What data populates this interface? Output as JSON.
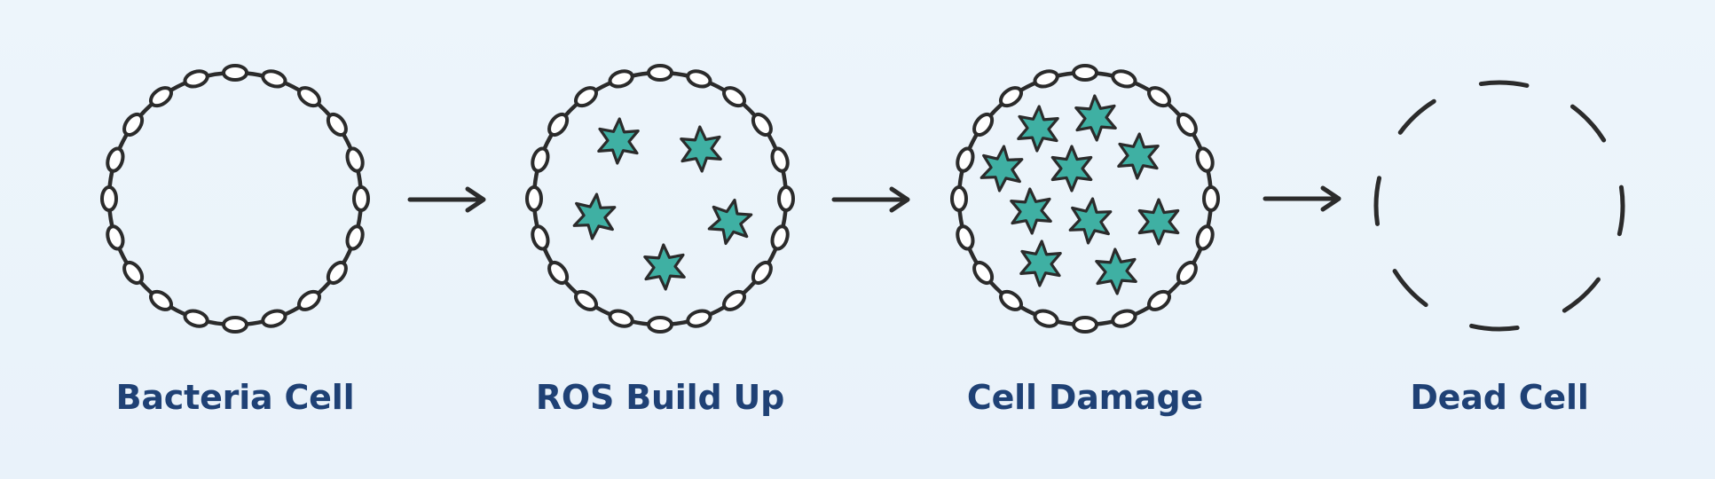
{
  "stages": [
    {
      "label": "Bacteria Cell",
      "state": "intact",
      "ros_count": 0
    },
    {
      "label": "ROS Build Up",
      "state": "ros-accumulating",
      "ros_count": 5
    },
    {
      "label": "Cell Damage",
      "state": "damaged",
      "ros_count": 10
    },
    {
      "label": "Dead Cell",
      "state": "ruptured",
      "ros_count": 0
    }
  ],
  "colors": {
    "background": "#ebf3fa",
    "outline": "#2b2b2b",
    "ros_fill": "#3fb0a3",
    "label": "#1f4175"
  },
  "icons": {
    "membrane": "bead-chain-circle",
    "ros": "six-point-star-icon",
    "arrow": "arrow-right-icon",
    "dead_membrane": "dashed-circle"
  }
}
